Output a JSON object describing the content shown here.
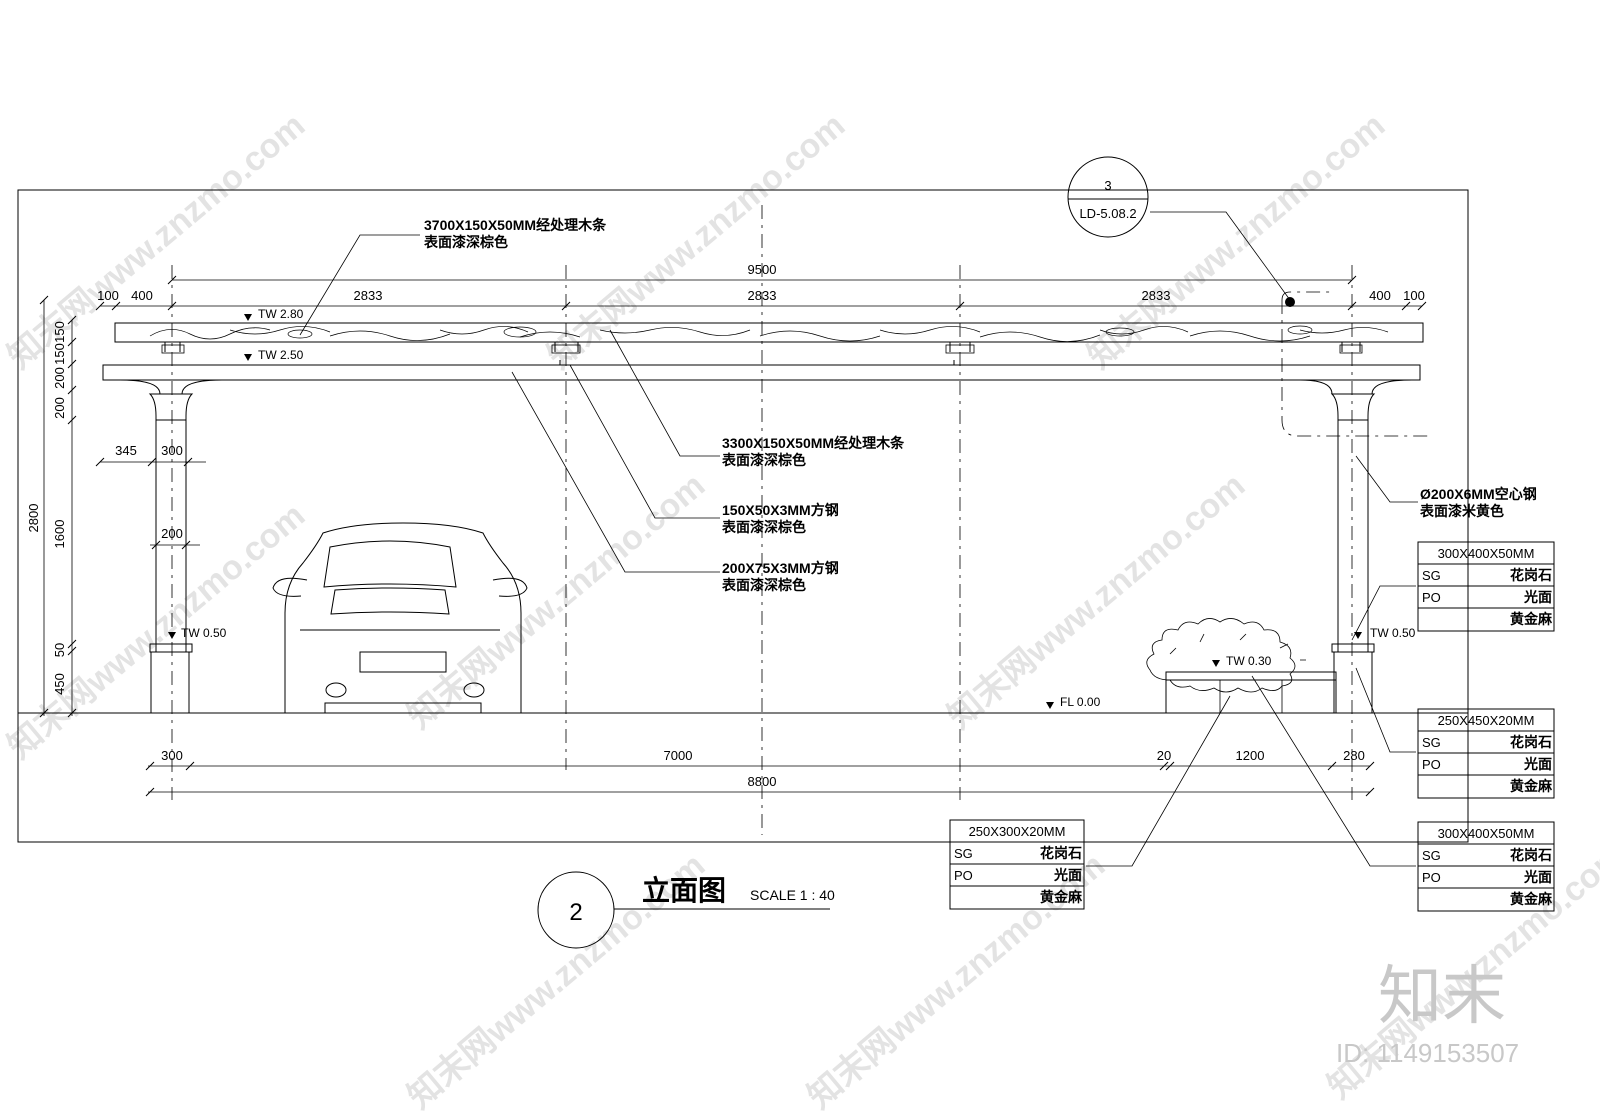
{
  "dimensions": {
    "top_total": "9500",
    "top_segments": [
      "100",
      "400",
      "2833",
      "2833",
      "2833",
      "400",
      "100"
    ],
    "left_total": "2800",
    "left_segments": [
      "150",
      "150",
      "200",
      "200",
      "1600",
      "50",
      "450"
    ],
    "col_offset": "345",
    "col_width_top": "300",
    "col_width_mid": "200",
    "bottom_segments": [
      "300",
      "7000",
      "20",
      "1200",
      "280"
    ],
    "bottom_total": "8800"
  },
  "levels": {
    "tw280": "TW 2.80",
    "tw250": "TW 2.50",
    "tw050_left": "TW 0.50",
    "tw050_right": "TW 0.50",
    "tw030": "TW 0.30",
    "fl000": "FL 0.00"
  },
  "notes": {
    "timber_top_l1": "3700X150X50MM经处理木条",
    "timber_top_l2": "表面漆深棕色",
    "timber_mid_l1": "3300X150X50MM经处理木条",
    "timber_mid_l2": "表面漆深棕色",
    "steel_150_l1": "150X50X3MM方钢",
    "steel_150_l2": "表面漆深棕色",
    "steel_200_l1": "200X75X3MM方钢",
    "steel_200_l2": "表面漆深棕色",
    "pipe_l1": "Ø200X6MM空心钢",
    "pipe_l2": "表面漆米黄色"
  },
  "detail_callout": {
    "number": "3",
    "sheet": "LD-5.08.2"
  },
  "material_tables": [
    {
      "header": "300X400X50MM",
      "rows": [
        [
          "SG",
          "花岗石"
        ],
        [
          "PO",
          "光面"
        ],
        [
          "",
          "黄金麻"
        ]
      ]
    },
    {
      "header": "250X450X20MM",
      "rows": [
        [
          "SG",
          "花岗石"
        ],
        [
          "PO",
          "光面"
        ],
        [
          "",
          "黄金麻"
        ]
      ]
    },
    {
      "header": "300X400X50MM",
      "rows": [
        [
          "SG",
          "花岗石"
        ],
        [
          "PO",
          "光面"
        ],
        [
          "",
          "黄金麻"
        ]
      ]
    },
    {
      "header": "250X300X20MM",
      "rows": [
        [
          "SG",
          "花岗石"
        ],
        [
          "PO",
          "光面"
        ],
        [
          "",
          "黄金麻"
        ]
      ]
    }
  ],
  "title_block": {
    "number": "2",
    "title": "立面图",
    "scale": "SCALE 1 : 40"
  },
  "branding": {
    "logo": "知末",
    "id": "ID: 1149153507",
    "watermark": "知末网www.znzmo.com"
  }
}
